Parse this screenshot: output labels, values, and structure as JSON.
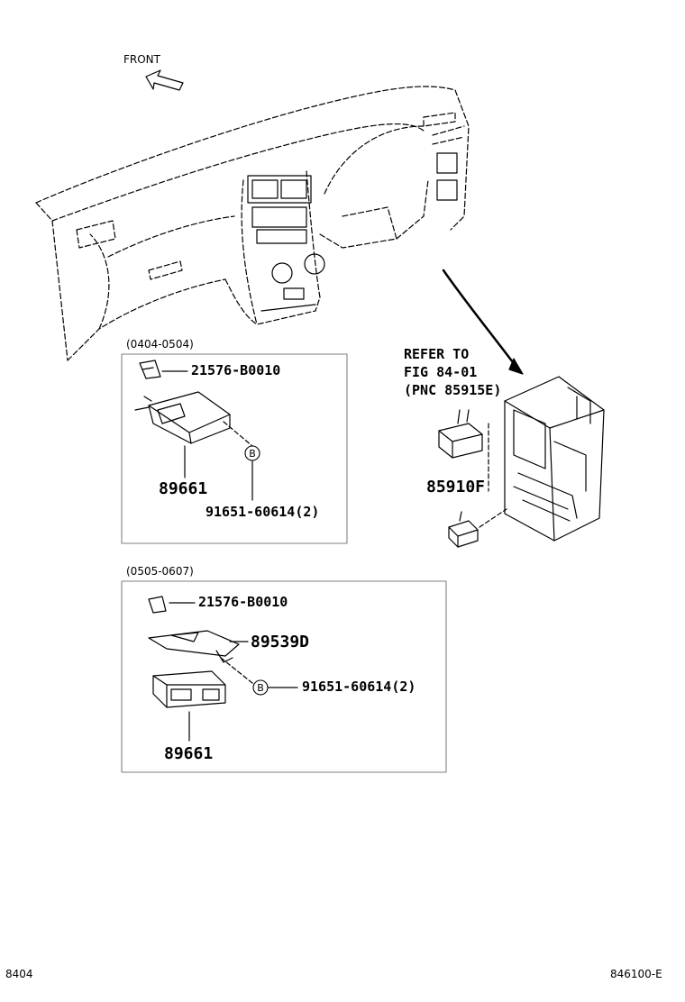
{
  "front_label": "FRONT",
  "panel_a": {
    "range": "(0404-0504)",
    "part_clip": "21576-B0010",
    "part_module": "89661",
    "marker": "B",
    "part_bolt": "91651-60614(2)"
  },
  "panel_b": {
    "range": "(0505-0607)",
    "part_clip": "21576-B0010",
    "part_bracket": "89539D",
    "marker": "B",
    "part_bolt": "91651-60614(2)",
    "part_module": "89661"
  },
  "refer": {
    "line1": "REFER TO",
    "line2": "FIG 84-01",
    "line3": "(PNC 85915E)"
  },
  "relay_part": "85910F",
  "footer": {
    "left": "8404",
    "right": "846100-E"
  }
}
